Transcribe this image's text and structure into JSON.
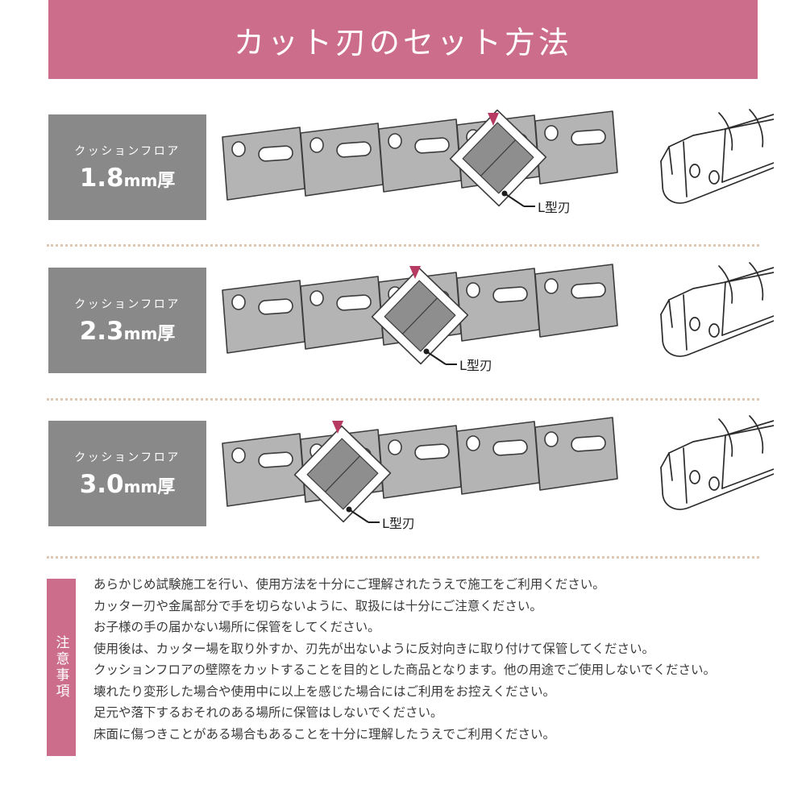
{
  "header": {
    "title": "カット刃のセット方法",
    "background_color": "#cc6d8c",
    "text_color": "#ffffff"
  },
  "rows": [
    {
      "label_top": "クッションフロア",
      "thickness": "1.8",
      "unit": "mm",
      "suffix": "厚",
      "blade_label": "L型刃",
      "blade_plate_index": 4,
      "marker_icon": "down-triangle-marker"
    },
    {
      "label_top": "クッションフロア",
      "thickness": "2.3",
      "unit": "mm",
      "suffix": "厚",
      "blade_label": "L型刃",
      "blade_plate_index": 3,
      "marker_icon": "down-triangle-marker"
    },
    {
      "label_top": "クッションフロア",
      "thickness": "3.0",
      "unit": "mm",
      "suffix": "厚",
      "blade_label": "L型刃",
      "blade_plate_index": 2,
      "marker_icon": "down-triangle-marker"
    }
  ],
  "notice": {
    "tag_label": "注意事項",
    "tag_color": "#cc6d8c",
    "lines": [
      "あらかじめ試験施工を行い、使用方法を十分にご理解されたうえで施工をご利用ください。",
      "カッター刃や金属部分で手を切らないように、取扱には十分にご注意ください。",
      "お子様の手の届かない場所に保管をしてください。",
      "使用後は、カッター場を取り外すか、刃先が出ないように反対向きに取り付けて保管してください。",
      "クッションフロアの壁際をカットすることを目的とした商品となります。他の用途でご使用しないでください。",
      "壊れたり変形した場合や使用中に以上を感じた場合にはご利用をお控えください。",
      "足元や落下するおそれのある場所に保管はしないでください。",
      "床面に傷つきことがある場合もあることを十分に理解したうえでご利用ください。"
    ]
  },
  "colors": {
    "accent_pink": "#cc6d8c",
    "label_gray": "#898989",
    "plate_gray": "#b4b4b4",
    "blade_gray": "#8e8e8e",
    "separator": "#dec8b4",
    "marker": "#b73a63"
  }
}
